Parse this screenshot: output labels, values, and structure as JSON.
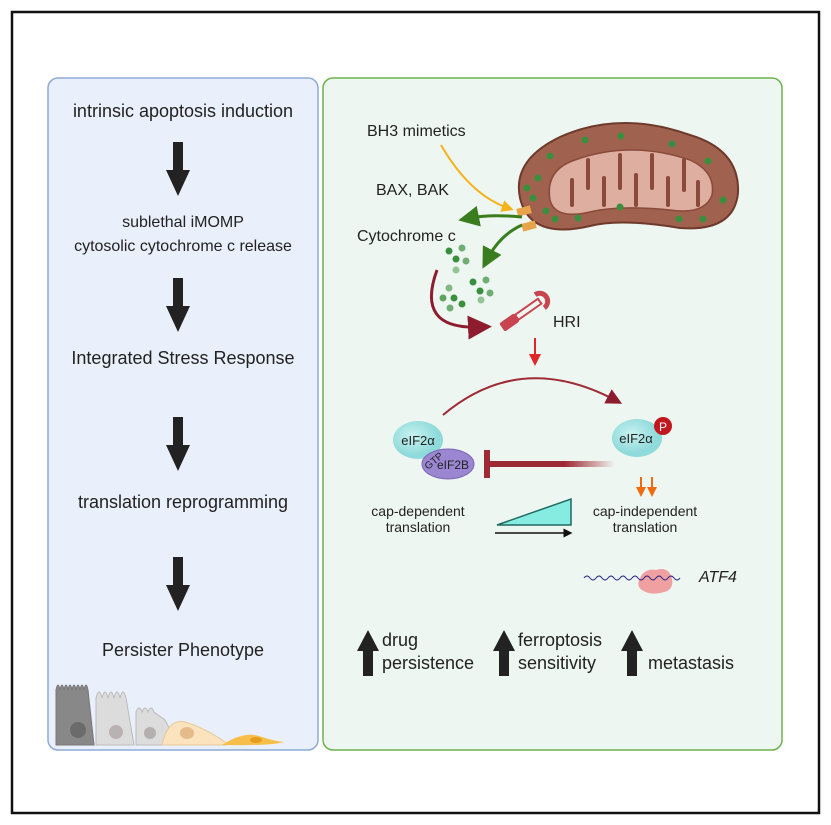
{
  "left_panel": {
    "steps": [
      "intrinsic apoptosis induction",
      "sublethal iMOMP",
      "cytosolic cytochrome c release",
      "Integrated Stress Response",
      "translation reprogramming",
      "Persister Phenotype"
    ]
  },
  "right_panel": {
    "bh3": "BH3 mimetics",
    "baxbak": "BAX, BAK",
    "cytc": "Cytochrome c",
    "hri": "HRI",
    "eif2a_left": "eIF2α",
    "gtp": "GTP",
    "eif2b": "eIF2B",
    "eif2a_right": "eIF2α",
    "phospho": "P",
    "cap_dep": [
      "cap-dependent",
      "translation"
    ],
    "cap_indep": [
      "cap-independent",
      "translation"
    ],
    "atf4": "ATF4",
    "outcomes": [
      [
        "drug",
        "persistence"
      ],
      [
        "ferroptosis",
        "sensitivity"
      ],
      [
        "metastasis"
      ]
    ]
  },
  "colors": {
    "left_bg": "#e9f0fb",
    "left_border": "#8eaad8",
    "right_bg": "#eef6f1",
    "right_border": "#6cb24e",
    "mito": "#a0624f",
    "inhibit": "#9e2a35"
  }
}
